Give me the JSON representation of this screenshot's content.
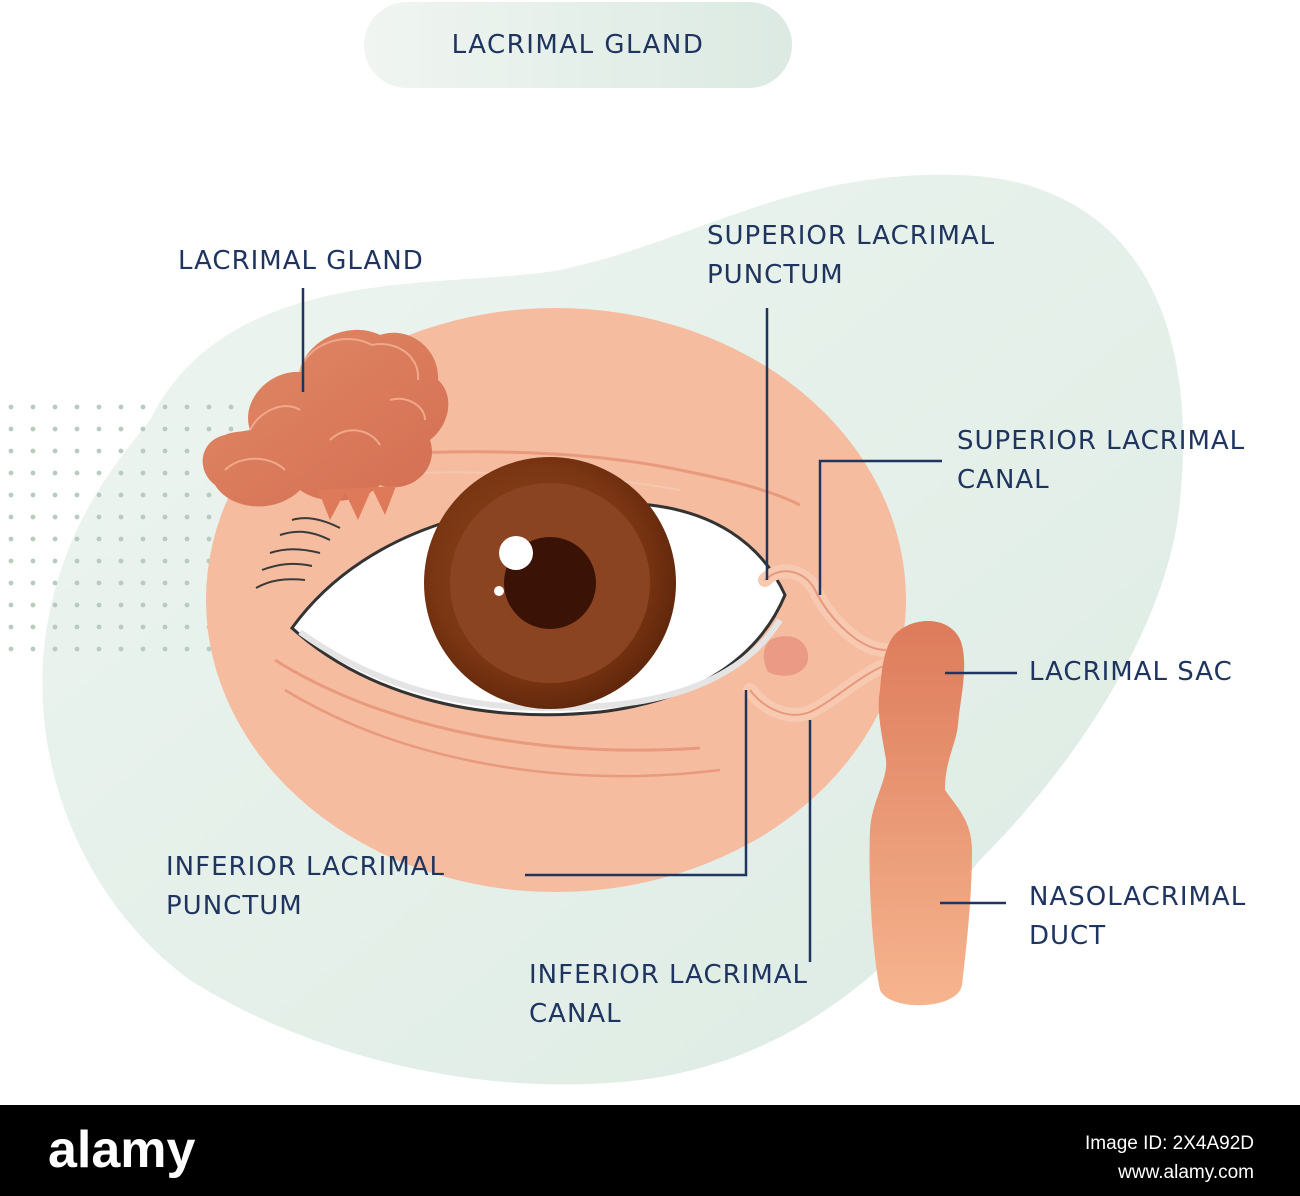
{
  "title": "LACRIMAL GLAND",
  "labels": {
    "lacrimal_gland": "LACRIMAL GLAND",
    "superior_punctum": [
      "SUPERIOR LACRIMAL",
      "PUNCTUM"
    ],
    "superior_canal": [
      "SUPERIOR LACRIMAL",
      "CANAL"
    ],
    "lacrimal_sac": "LACRIMAL SAC",
    "inferior_punctum": [
      "INFERIOR LACRIMAL",
      "PUNCTUM"
    ],
    "nasolacrimal_duct": [
      "NASOLACRIMAL",
      "DUCT"
    ],
    "inferior_canal": [
      "INFERIOR LACRIMAL",
      "CANAL"
    ]
  },
  "footer": {
    "logo_text": "alamy",
    "image_id": "Image ID: 2X4A92D",
    "site": "www.alamy.com"
  },
  "colors": {
    "label_text": "#1f3560",
    "leader_line": "#1f3560",
    "skin": "#f5bc9f",
    "iris": "#7a3512",
    "gland": "#de7a5a",
    "sac": "#e0825f",
    "background_blob": "#e3efe8"
  }
}
